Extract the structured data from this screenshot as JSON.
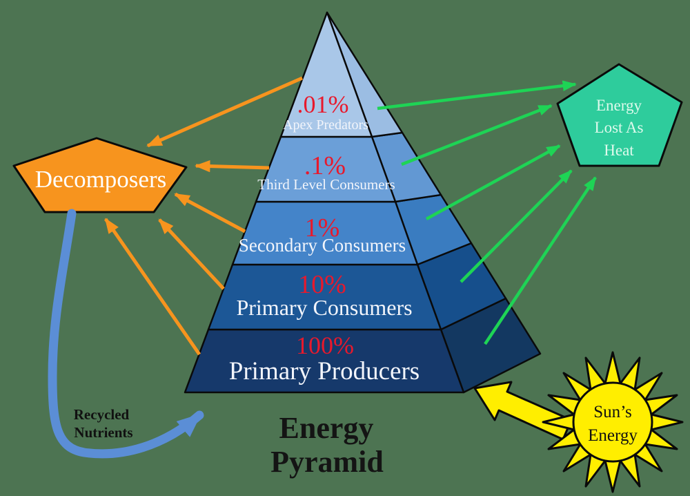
{
  "background_color": "#4d7452",
  "title": {
    "line1": "Energy",
    "line2": "Pyramid"
  },
  "pyramid": {
    "percent_color": "#e8192c",
    "label_color": "#f2f5fb",
    "levels": [
      {
        "percent": "100%",
        "label": "Primary Producers",
        "front_color": "#16396b",
        "side_color": "#133861"
      },
      {
        "percent": "10%",
        "label": "Primary Consumers",
        "front_color": "#1c5796",
        "side_color": "#164f8c"
      },
      {
        "percent": "1%",
        "label": "Secondary Consumers",
        "front_color": "#4484c9",
        "side_color": "#3a7cc0"
      },
      {
        "percent": ".1%",
        "label": "Third Level Consumers",
        "front_color": "#6b9fd8",
        "side_color": "#6298d3"
      },
      {
        "percent": ".01%",
        "label": "Apex Predators",
        "front_color": "#a9c7e8",
        "side_color": "#9bbde3"
      }
    ]
  },
  "decomposers": {
    "label": "Decomposers",
    "fill": "#f7941e",
    "text_color": "#ffffff"
  },
  "heat": {
    "line1": "Energy",
    "line2": "Lost As",
    "line3": "Heat",
    "fill": "#2ecc9c",
    "text_color": "#defaec"
  },
  "sun": {
    "line1": "Sun’s",
    "line2": "Energy",
    "fill": "#ffee00",
    "text_color": "#111111"
  },
  "recycled": {
    "line1": "Recycled",
    "line2": "Nutrients",
    "text_color": "#111111"
  },
  "arrows": {
    "orange": "#f7941e",
    "green": "#1ed455",
    "blue": "#5b8ed6",
    "yellow": "#ffee00"
  }
}
